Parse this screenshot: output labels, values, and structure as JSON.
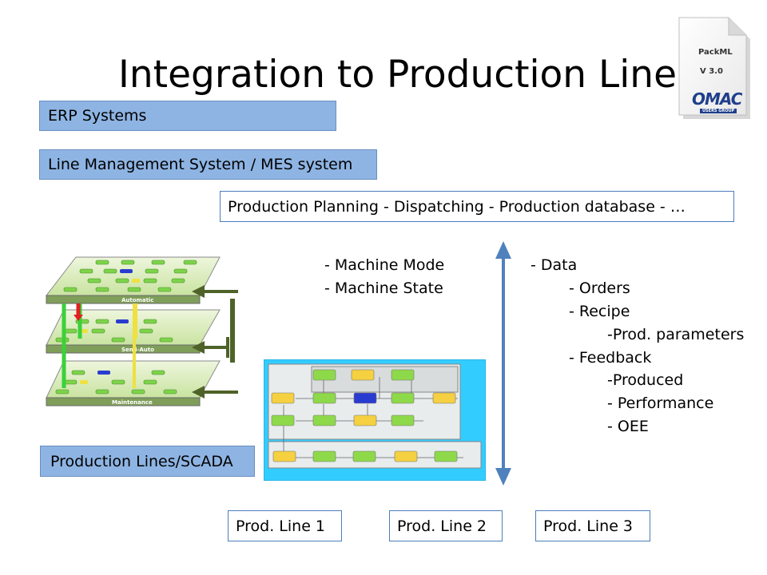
{
  "title": "Integration to Production Lines",
  "badge": {
    "name": "PackML",
    "version": "V 3.0",
    "logo": "OMAC",
    "logo_sub": "USERS GROUP"
  },
  "boxes": {
    "erp": "ERP Systems",
    "mes": "Line Management System / MES system",
    "planning": "Production Planning  -  Dispatching  -  Production database  -  …",
    "scada": "Production Lines/SCADA"
  },
  "machine_info": [
    "- Machine Mode",
    "- Machine State"
  ],
  "data_list": [
    {
      "text": "- Data",
      "level": 0
    },
    {
      "text": "- Orders",
      "level": 1
    },
    {
      "text": "- Recipe",
      "level": 1
    },
    {
      "text": "-Prod. parameters",
      "level": 2
    },
    {
      "text": "- Feedback",
      "level": 1
    },
    {
      "text": "-Produced",
      "level": 2
    },
    {
      "text": "- Performance",
      "level": 2
    },
    {
      "text": "- OEE",
      "level": 2
    }
  ],
  "layers": [
    "Automatic",
    "Semi-Auto",
    "Maintenance"
  ],
  "prod_lines": [
    "Prod. Line 1",
    "Prod. Line 2",
    "Prod. Line 3"
  ],
  "colors": {
    "box_blue": "#8eb4e3",
    "arrow_blue": "#4f81bd",
    "arrow_green": "#4f6228",
    "state_blue": "#33ccff"
  }
}
